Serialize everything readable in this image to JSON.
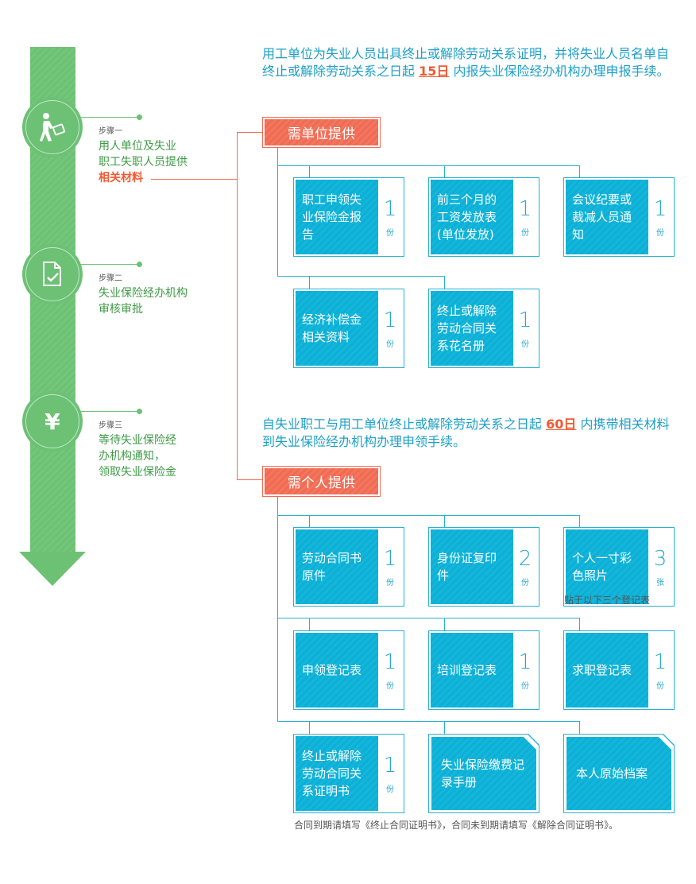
{
  "steps": [
    {
      "label": "步骤一",
      "lines": [
        "用人单位及失业",
        "职工失职人员提供"
      ],
      "highlight": "相关材料",
      "icon": "walking-person-luggage-icon"
    },
    {
      "label": "步骤二",
      "lines": [
        "失业保险经办机构",
        "审核审批"
      ],
      "highlight": "",
      "icon": "document-check-icon"
    },
    {
      "label": "步骤三",
      "lines": [
        "等待失业保险经",
        "办机构通知，",
        "领取失业保险金"
      ],
      "highlight": "",
      "icon": "yuan-icon",
      "glyph": "¥"
    }
  ],
  "section1": {
    "intro_pre": "用工单位为失业人员出具终止或解除劳动关系证明，并将失业人员名单自终止或解除劳动关系之日起 ",
    "intro_days": "15日",
    "intro_post": " 内报失业保险经办机构办理申报手续。",
    "header": "需单位提供",
    "cards": [
      {
        "text": "职工申领失业保险金报告",
        "num": "1",
        "unit": "份"
      },
      {
        "text": "前三个月的工资发放表(单位发放)",
        "num": "1",
        "unit": "份"
      },
      {
        "text": "会议纪要或裁减人员通知",
        "num": "1",
        "unit": "份"
      },
      {
        "text": "经济补偿金相关资料",
        "num": "1",
        "unit": "份"
      },
      {
        "text": "终止或解除劳动合同关系花名册",
        "num": "1",
        "unit": "份"
      }
    ]
  },
  "section2": {
    "intro_pre": "自失业职工与用工单位终止或解除劳动关系之日起 ",
    "intro_days": "60日",
    "intro_post": " 内携带相关材料到失业保险经办机构办理申领手续。",
    "header": "需个人提供",
    "cards": [
      {
        "text": "劳动合同书原件",
        "num": "1",
        "unit": "份"
      },
      {
        "text": "身份证复印件",
        "num": "2",
        "unit": "份"
      },
      {
        "text": "个人一寸彩色照片",
        "num": "3",
        "unit": "张"
      },
      {
        "text": "申领登记表",
        "num": "1",
        "unit": "份"
      },
      {
        "text": "培训登记表",
        "num": "1",
        "unit": "份"
      },
      {
        "text": "求职登记表",
        "num": "1",
        "unit": "份"
      },
      {
        "text": "终止或解除劳动合同关系证明书",
        "num": "1",
        "unit": "份"
      },
      {
        "text": "失业保险缴费记录手册"
      },
      {
        "text": "本人原始档案"
      }
    ],
    "photo_note": "贴于以下三个登记表",
    "footer_note": "合同到期请填写《终止合同证明书》，合同未到期请填写《解除合同证明书》。"
  },
  "colors": {
    "green": "#6cc174",
    "orange": "#f06b52",
    "blue": "#0cb0d6",
    "text_blue": "#1d9fc7"
  }
}
